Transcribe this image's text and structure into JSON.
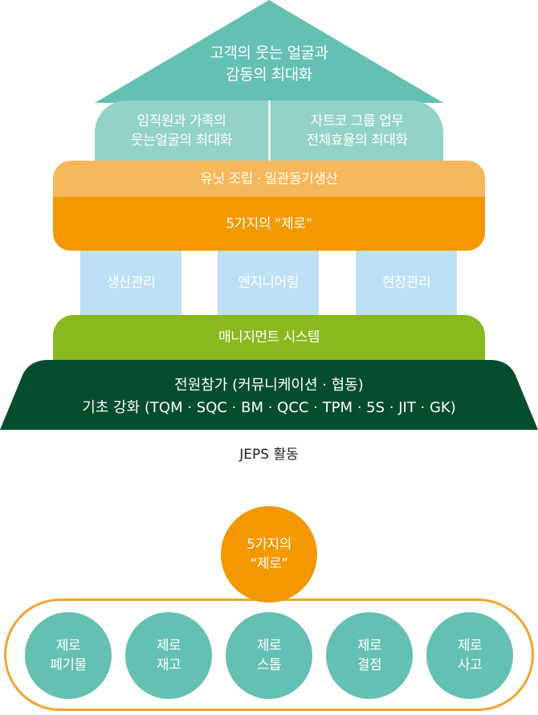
{
  "colors": {
    "roof": "#64c0b2",
    "mid": "#92d2c7",
    "orange_light": "#f6b85a",
    "orange": "#f39800",
    "pillar": "#bde0f5",
    "green": "#8ab81f",
    "dark_green": "#064d2e"
  },
  "roof": {
    "text": "고객의 웃는 얼굴과\n감동의 최대화"
  },
  "middle": {
    "left": "임직원과 가족의\n웃는얼굴의 최대화",
    "right": "자트코 그룹 업무\n전체효율의 최대화"
  },
  "band_top": "유닛 조립 · 일관동기생산",
  "band_bottom": "5가지의 “제로”",
  "pillars": [
    "생산관리",
    "엔지니어링",
    "현장관리"
  ],
  "management": "매니지먼트 시스템",
  "foundation": {
    "line1": "전원참가 (커뮤니케이션 · 협동)",
    "line2": "기초 강화 (TQM · SQC · BM · QCC · TPM · 5S · JIT · GK)"
  },
  "caption": "JEPS 활동",
  "zero_main": "5가지의\n“제로”",
  "zeros": [
    "제로\n폐기물",
    "제로\n재고",
    "제로\n스톱",
    "제로\n결점",
    "제로\n사고"
  ]
}
